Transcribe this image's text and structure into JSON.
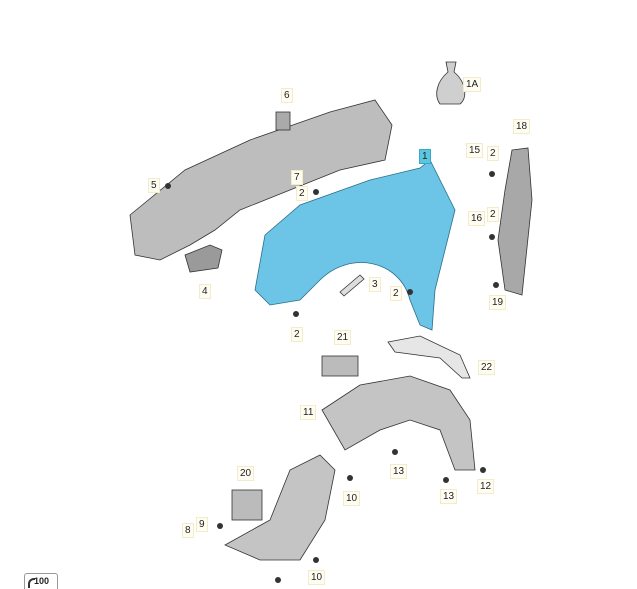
{
  "diagram": {
    "highlight_color": "#5bc6e0",
    "part_color": "#6cc4e6",
    "labels": [
      {
        "id": "l1a",
        "text": "1A"
      },
      {
        "id": "l6",
        "text": "6"
      },
      {
        "id": "l1",
        "text": "1",
        "active": true
      },
      {
        "id": "l15",
        "text": "15"
      },
      {
        "id": "l2a",
        "text": "2"
      },
      {
        "id": "l18",
        "text": "18"
      },
      {
        "id": "l7",
        "text": "7"
      },
      {
        "id": "l5",
        "text": "5"
      },
      {
        "id": "l2b",
        "text": "2"
      },
      {
        "id": "l16",
        "text": "16"
      },
      {
        "id": "l2c",
        "text": "2"
      },
      {
        "id": "l4",
        "text": "4"
      },
      {
        "id": "l3",
        "text": "3"
      },
      {
        "id": "l2d",
        "text": "2"
      },
      {
        "id": "l19",
        "text": "19"
      },
      {
        "id": "l2e",
        "text": "2"
      },
      {
        "id": "l21",
        "text": "21"
      },
      {
        "id": "l22",
        "text": "22"
      },
      {
        "id": "l11",
        "text": "11"
      },
      {
        "id": "l13a",
        "text": "13"
      },
      {
        "id": "l10a",
        "text": "10"
      },
      {
        "id": "l13b",
        "text": "13"
      },
      {
        "id": "l12",
        "text": "12"
      },
      {
        "id": "l20",
        "text": "20"
      },
      {
        "id": "l8",
        "text": "8"
      },
      {
        "id": "l9",
        "text": "9"
      },
      {
        "id": "l10b",
        "text": "10"
      }
    ]
  },
  "badge": {
    "text": "100"
  }
}
